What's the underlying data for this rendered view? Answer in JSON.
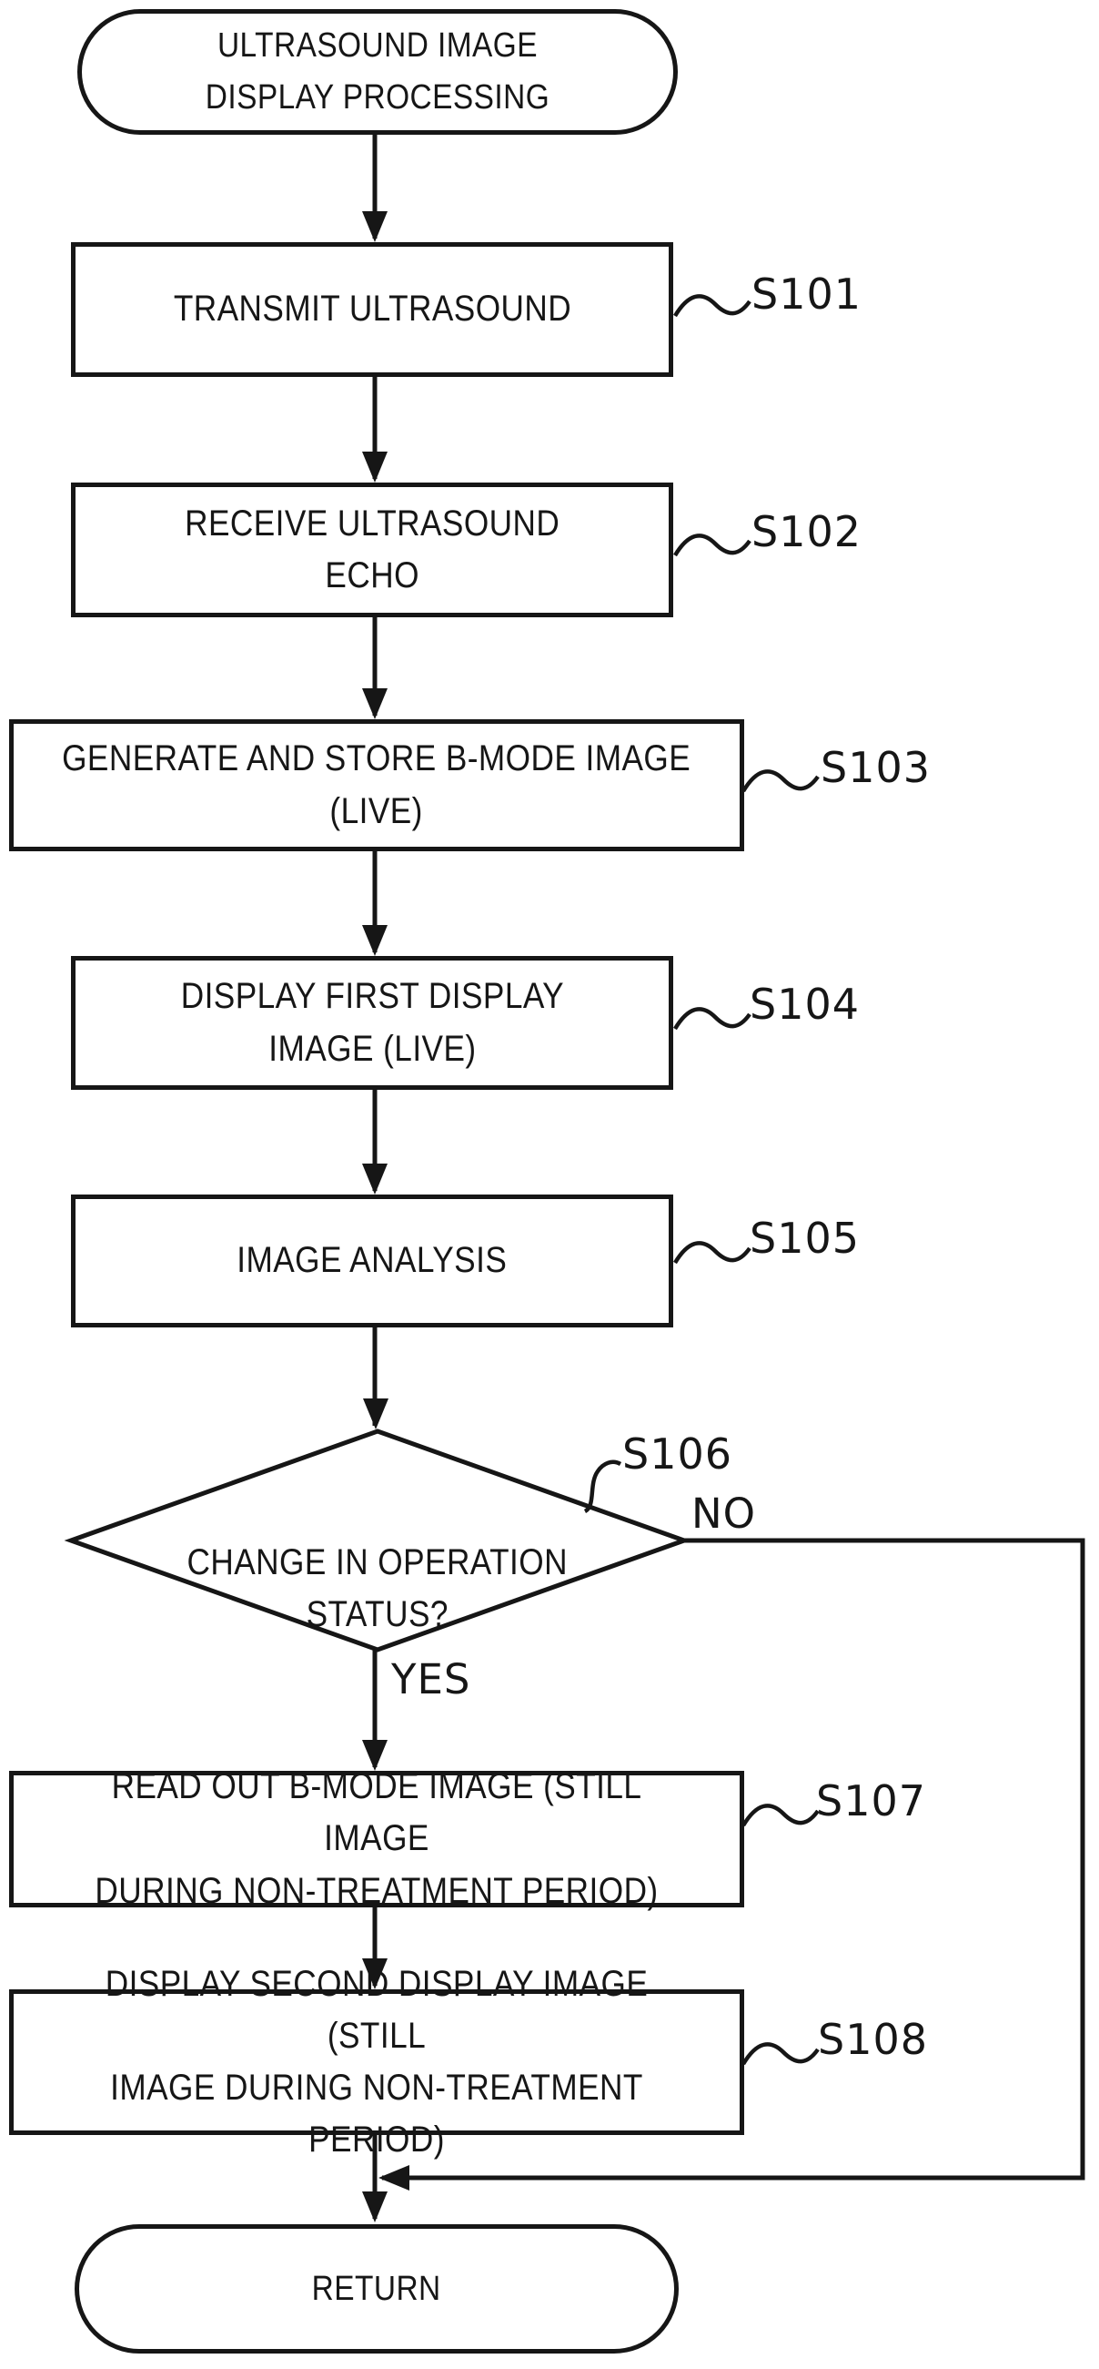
{
  "colors": {
    "ink": "#161616",
    "background": "#ffffff"
  },
  "nodes": {
    "start": {
      "label": "ULTRASOUND IMAGE\nDISPLAY PROCESSING"
    },
    "s101": {
      "step": "S101",
      "label": "TRANSMIT ULTRASOUND"
    },
    "s102": {
      "step": "S102",
      "label": "RECEIVE ULTRASOUND\nECHO"
    },
    "s103": {
      "step": "S103",
      "label": "GENERATE AND STORE B-MODE IMAGE\n(LIVE)"
    },
    "s104": {
      "step": "S104",
      "label": "DISPLAY FIRST DISPLAY\nIMAGE (LIVE)"
    },
    "s105": {
      "step": "S105",
      "label": "IMAGE ANALYSIS"
    },
    "s106": {
      "step": "S106",
      "label": "CHANGE IN OPERATION\nSTATUS?"
    },
    "s107": {
      "step": "S107",
      "label": "READ OUT B-MODE IMAGE (STILL IMAGE\nDURING NON-TREATMENT PERIOD)"
    },
    "s108": {
      "step": "S108",
      "label": "DISPLAY SECOND DISPLAY IMAGE (STILL\nIMAGE DURING NON-TREATMENT PERIOD)"
    },
    "end": {
      "label": "RETURN"
    }
  },
  "branch": {
    "yes": "YES",
    "no": "NO"
  }
}
